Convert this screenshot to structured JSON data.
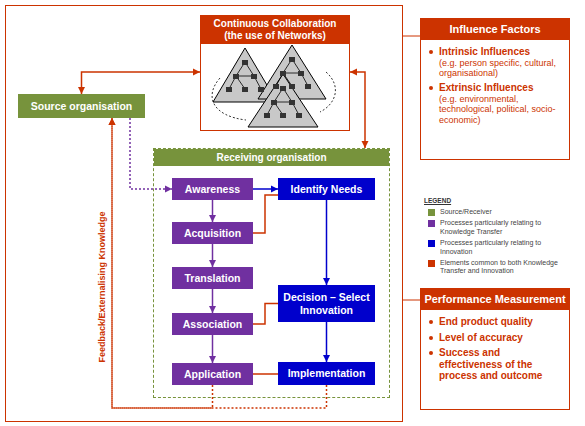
{
  "diagram": {
    "nodes": [
      {
        "text": [
          "Continuous Collaboration (the use of Networks)"
        ]
      },
      {
        "text": [
          "Influence Factors",
          "Intrinsic Influences",
          "(e.g. person specific, cultural, organisational)",
          "Extrinsic Influences",
          "(e.g. environmental, technological, political, socio-economic)"
        ]
      },
      {
        "text": [
          "Source organisation"
        ]
      },
      {
        "text": [
          "Receiving organisation"
        ]
      },
      {
        "text": [
          "Awareness"
        ],
        "in": 3
      },
      {
        "text": [
          "Identify Needs"
        ],
        "in": 3
      },
      {
        "text": [
          "Acquisition"
        ],
        "in": 3
      },
      {
        "text": [
          "Translation"
        ],
        "in": 3
      },
      {
        "text": [
          "Decision – Select Innovation"
        ],
        "in": 3
      },
      {
        "text": [
          "Association"
        ],
        "in": 3
      },
      {
        "text": [
          "Application"
        ],
        "in": 3
      },
      {
        "text": [
          "Implementation"
        ],
        "in": 3
      },
      {
        "text": [
          "Performance Measurement",
          "End product quality",
          "Level of accuracy",
          "Success and effectiveness of the process and outcome"
        ]
      }
    ],
    "edges": [
      {
        "from": 2,
        "to": 0,
        "arrow": "both"
      },
      {
        "from": 0,
        "to": 3,
        "arrow": "both"
      },
      {
        "from": 2,
        "to": 4,
        "arrow": "to"
      },
      {
        "from": 4,
        "to": 5,
        "arrow": "to"
      },
      {
        "from": 4,
        "to": 6,
        "arrow": "to"
      },
      {
        "from": 5,
        "to": 6,
        "arrow": "none"
      },
      {
        "from": 6,
        "to": 7,
        "arrow": "to"
      },
      {
        "from": 7,
        "to": 9,
        "arrow": "to"
      },
      {
        "from": 5,
        "to": 8,
        "arrow": "to"
      },
      {
        "from": 8,
        "to": 9,
        "arrow": "none"
      },
      {
        "from": 9,
        "to": 10,
        "arrow": "to"
      },
      {
        "from": 8,
        "to": 11,
        "arrow": "to"
      },
      {
        "from": 10,
        "to": 11,
        "arrow": "none"
      },
      {
        "from": 10,
        "to": 2,
        "label": "Feedback/Externalising Knowledge",
        "arrow": "to"
      },
      {
        "from": 11,
        "to": 2,
        "arrow": "to"
      }
    ],
    "labels": [
      "LEGEND"
    ],
    "legend": [
      {
        "text": "Source/Receiver",
        "color": "#77933c"
      },
      {
        "text": "Processes particularly relating to Knowledge Transfer",
        "color": "#7030a0"
      },
      {
        "text": "Processes particularly relating to Innovation",
        "color": "#0000cc"
      },
      {
        "text": "Elements common to both Knowledge Transfer and Innovation",
        "color": "#cc3300"
      }
    ]
  }
}
